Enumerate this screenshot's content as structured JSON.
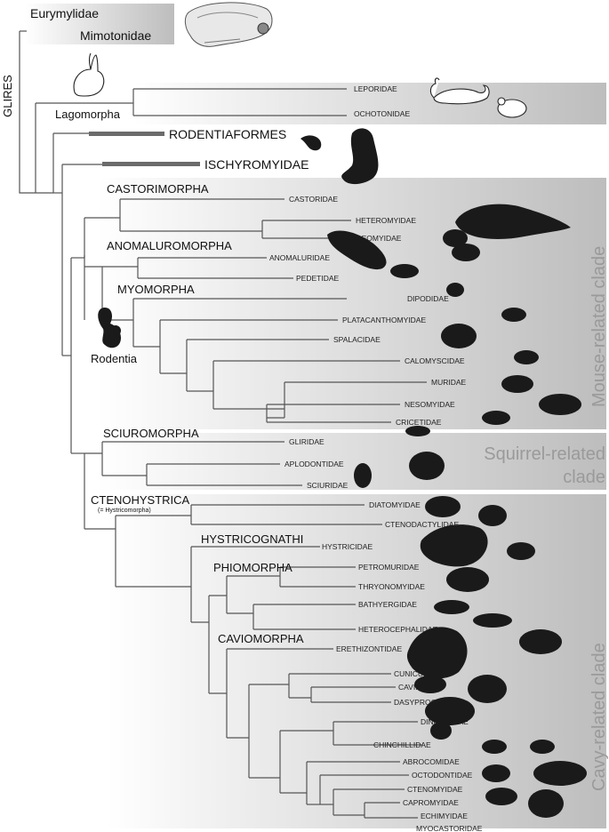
{
  "root_label": "GLIRES",
  "outgroups": [
    "Eurymylidae",
    "Mimotonidae"
  ],
  "lagomorpha": {
    "label": "Lagomorpha",
    "families": [
      "LEPORIDAE",
      "OCHOTONIDAE"
    ]
  },
  "fossils": [
    "RODENTIAFORMES",
    "ISCHYROMYIDAE"
  ],
  "rodentia_label": "Rodentia",
  "mouse_clade": {
    "label": "Mouse-related clade",
    "groups": [
      "CASTORIMORPHA",
      "ANOMALUROMORPHA",
      "MYOMORPHA"
    ],
    "families": [
      "CASTORIDAE",
      "HETEROMYIDAE",
      "GEOMYIDAE",
      "ANOMALURIDAE",
      "PEDETIDAE",
      "DIPODIDAE",
      "PLATACANTHOMYIDAE",
      "SPALACIDAE",
      "CALOMYSCIDAE",
      "MURIDAE",
      "NESOMYIDAE",
      "CRICETIDAE"
    ]
  },
  "squirrel_clade": {
    "label_line1": "Squirrel-related",
    "label_line2": "clade",
    "group": "SCIUROMORPHA",
    "families": [
      "GLIRIDAE",
      "APLODONTIDAE",
      "SCIURIDAE"
    ]
  },
  "cavy_clade": {
    "label": "Cavy-related clade",
    "group": "CTENOHYSTRICA",
    "group_note": "(= Hystricomorpha)",
    "subgroups": [
      "HYSTRICOGNATHI",
      "PHIOMORPHA",
      "CAVIOMORPHA"
    ],
    "families": [
      "DIATOMYIDAE",
      "CTENODACTYLIDAE",
      "HYSTRICIDAE",
      "PETROMURIDAE",
      "THRYONOMYIDAE",
      "BATHYERGIDAE",
      "HETEROCEPHALIDAE",
      "ERETHIZONTIDAE",
      "CUNICULIDAE",
      "CAVIIDAE",
      "DASYPROCTIDAE",
      "DINOMYIDAE",
      "CHINCHILLIDAE",
      "ABROCOMIDAE",
      "OCTODONTIDAE",
      "CTENOMYIDAE",
      "CAPROMYIDAE",
      "ECHIMYIDAE",
      "MYOCASTORIDAE"
    ]
  },
  "icons": [
    "skull-illustration",
    "hare-sketch",
    "rabbit-sketch",
    "pika-sketch",
    "squirrel-silhouette",
    "rodent-silhouette"
  ],
  "colors": {
    "shade_dark": "#bdbdbd",
    "shade_light": "#ffffff",
    "branch": "#555555",
    "fossil_bar": "#6b6b6b",
    "clade_label": "#9a9a9a"
  }
}
